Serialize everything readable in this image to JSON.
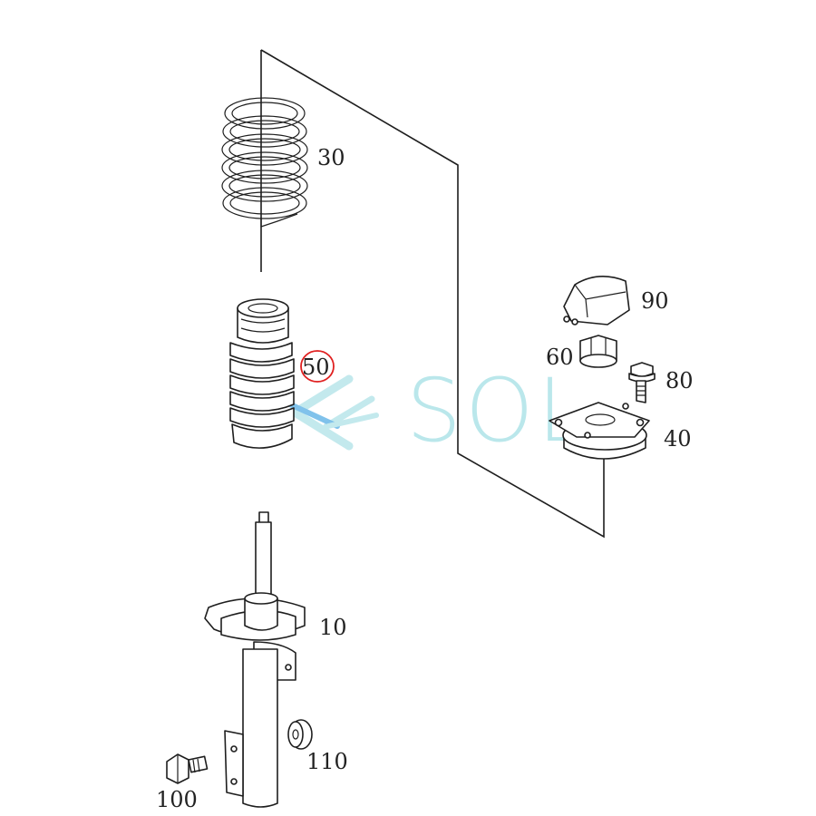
{
  "diagram": {
    "callouts": {
      "spring": "30",
      "bump_stop": "50",
      "cap": "90",
      "nut": "60",
      "bolt_upper": "80",
      "strut_mount": "40",
      "strut": "10",
      "bushing": "110",
      "bolt_lower": "100"
    },
    "highlighted_callout": "50",
    "highlight_color": "#e02020",
    "line_color": "#1e1e1e",
    "watermark": {
      "text": "SOL",
      "logo_icon": "chevron-logo-icon",
      "color_light": "#aee3e8",
      "color_accent": "#5fb3e6"
    }
  }
}
